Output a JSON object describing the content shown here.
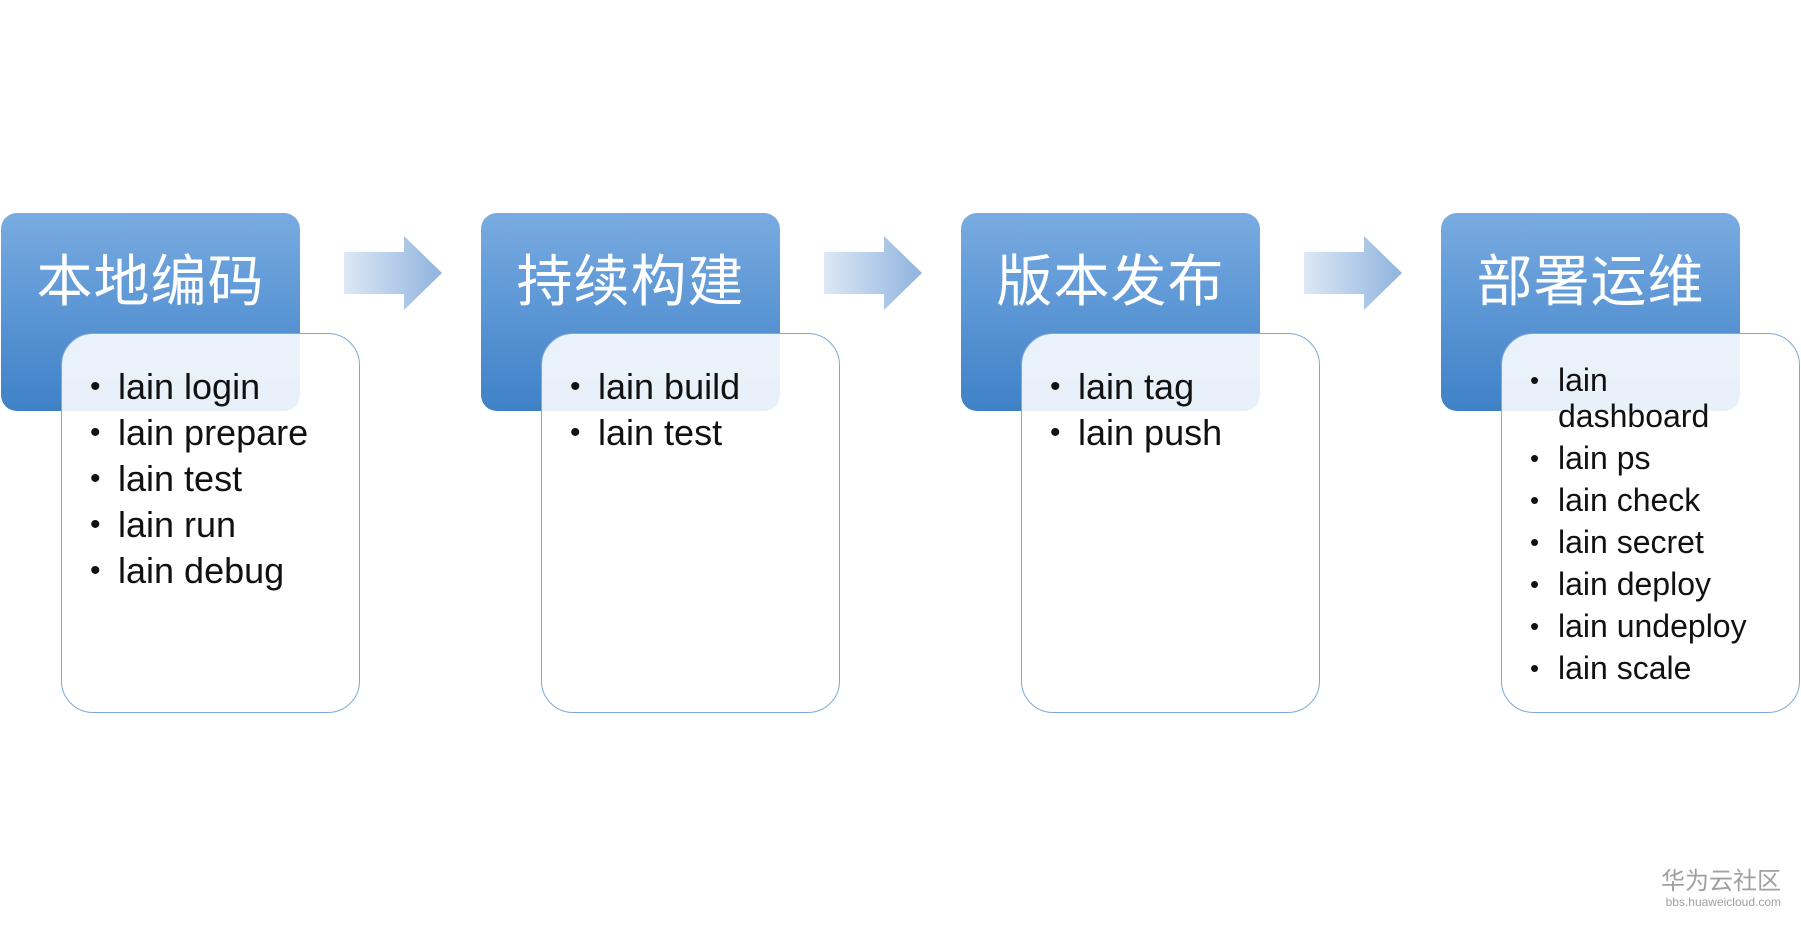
{
  "stages": [
    {
      "title": "本地编码",
      "commands": [
        "lain login",
        "lain prepare",
        "lain test",
        "lain run",
        "lain debug"
      ]
    },
    {
      "title": "持续构建",
      "commands": [
        "lain build",
        "lain test"
      ]
    },
    {
      "title": "版本发布",
      "commands": [
        "lain tag",
        "lain push"
      ]
    },
    {
      "title": "部署运维",
      "commands": [
        "lain dashboard",
        "lain ps",
        "lain check",
        "lain secret",
        "lain deploy",
        "lain undeploy",
        "lain scale"
      ]
    }
  ],
  "bullet": "•",
  "watermark": {
    "title": "华为云社区",
    "url": "bbs.huaweicloud.com"
  },
  "colors": {
    "header_top": "#79abe1",
    "header_bottom": "#3f81c8",
    "box_border": "#7ea9d6",
    "arrow_light": "#dde8f5",
    "arrow_dark": "#8fb3de"
  }
}
